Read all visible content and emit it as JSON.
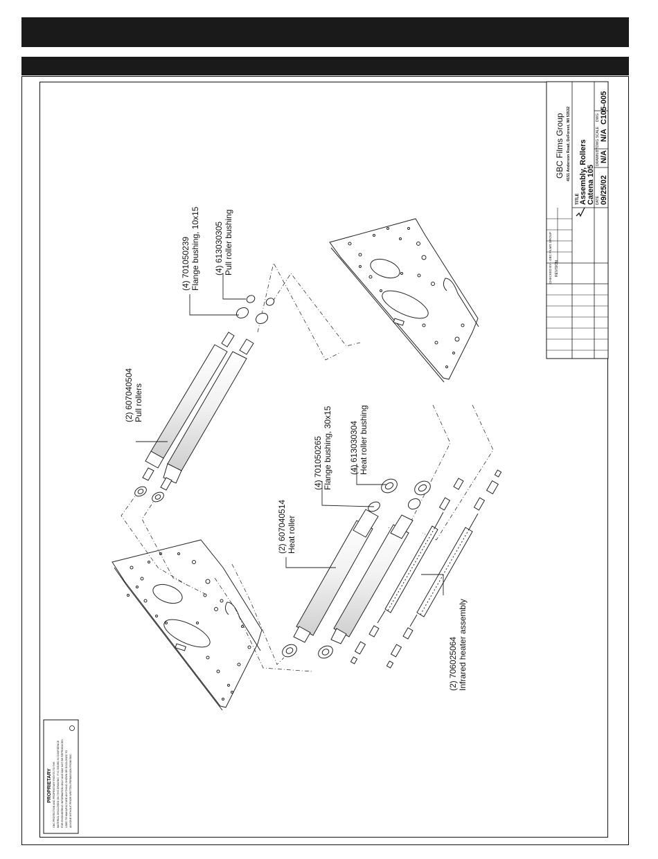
{
  "callouts": {
    "pull_rollers": {
      "number": "(2) 607040504",
      "desc": "Pull rollers"
    },
    "flange_bushing_10x15": {
      "number": "(4) 701050239",
      "desc": "Flange bushing, 10x15"
    },
    "pull_roller_bushing": {
      "number": "(4) 613030305",
      "desc": "Pull roller bushing"
    },
    "flange_bushing_30x15": {
      "number": "(4) 701050265",
      "desc": "Flange bushing, 30x15"
    },
    "heat_roller_bushing": {
      "number": "(4) 613030304",
      "desc": "Heat roller bushing"
    },
    "heat_roller": {
      "number": "(2) 607040514",
      "desc": "Heat roller"
    },
    "infrared_heater": {
      "number": "(2) 706025064",
      "desc": "Infrared heater assembly"
    }
  },
  "title_block": {
    "company": "GBC Films Group",
    "address": "4151 Anderson Road, DeForest, WI 53532",
    "title_label": "TITLE",
    "title_line1": "Assembly, Rollers",
    "title_line2": "Catena 105",
    "date_label": "DATE",
    "date": "09/25/02",
    "drawn_by_label": "DRAWN BY",
    "drawn_by": "N/A",
    "scale_label": "DWG SCALE",
    "scale": "N/A",
    "dwg_label": "DWG",
    "dwg_no": "C105-005",
    "revision_label": "REVISION",
    "checked_by": "CHECKED BY - GBC FILMS GROUP"
  },
  "proprietary": {
    "heading": "PROPRIETARY",
    "lines": [
      "GBC PROTECTION AND PROPRIETARY RIGHTS TO THE",
      "MATERIAL DISCLOSED ON THIS DRAWING. IT IS ISSUED IN CONFIDENCE",
      "FOR ENGINEERING INFORMATION ONLY AND MAY NOT BE REPRODUCED,",
      "USED TO MANUFACTURE ANYTHING SHOWN OR DISCLOSED TO",
      "ANYONE WITHOUT PRIOR WRITTEN PERMISSION FROM GBC."
    ]
  }
}
